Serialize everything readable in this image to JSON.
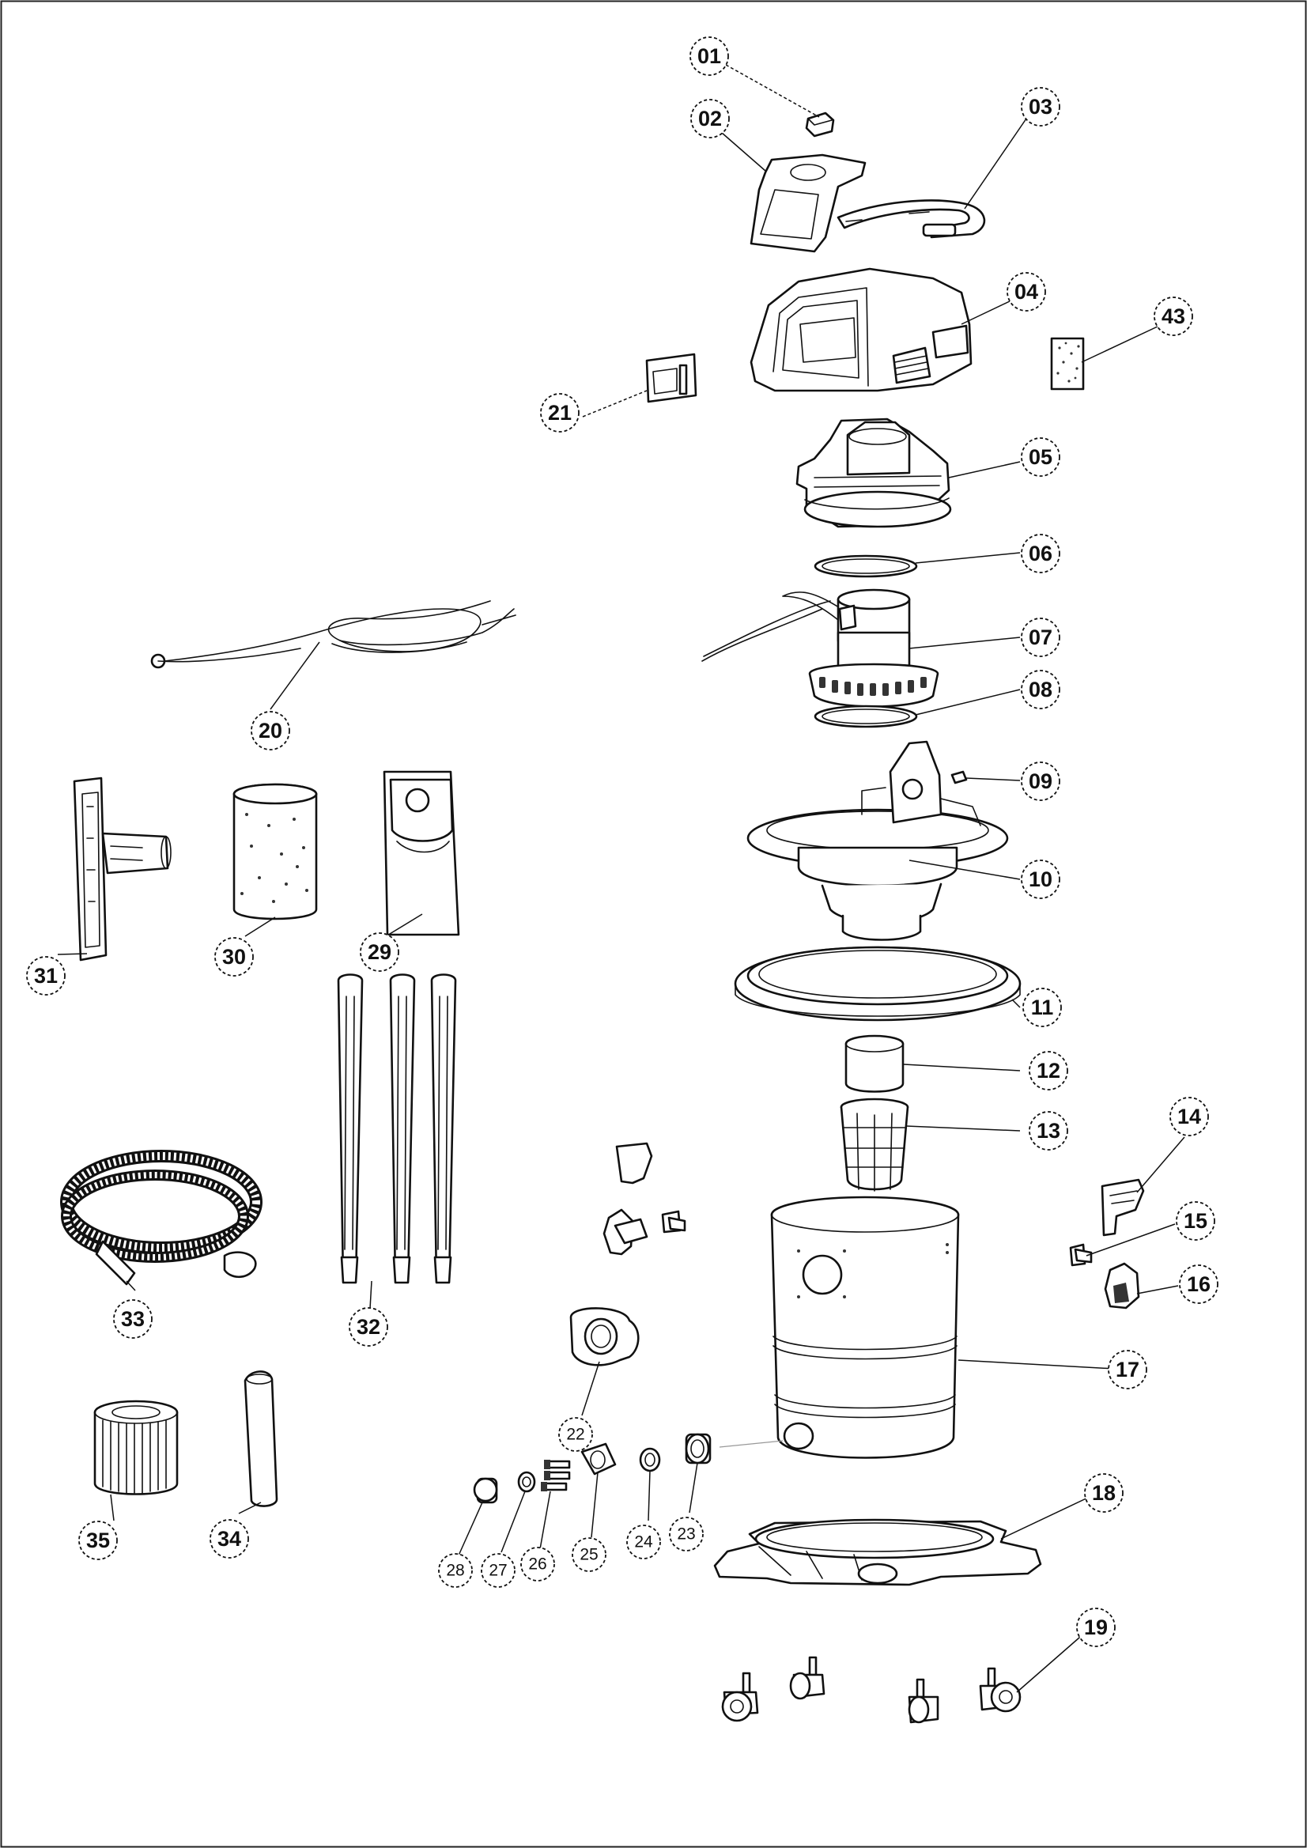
{
  "callouts": [
    {
      "id": "01",
      "label": "01"
    },
    {
      "id": "02",
      "label": "02"
    },
    {
      "id": "03",
      "label": "03"
    },
    {
      "id": "04",
      "label": "04"
    },
    {
      "id": "43",
      "label": "43"
    },
    {
      "id": "21",
      "label": "21"
    },
    {
      "id": "05",
      "label": "05"
    },
    {
      "id": "06",
      "label": "06"
    },
    {
      "id": "07",
      "label": "07"
    },
    {
      "id": "08",
      "label": "08"
    },
    {
      "id": "09",
      "label": "09"
    },
    {
      "id": "10",
      "label": "10"
    },
    {
      "id": "11",
      "label": "11"
    },
    {
      "id": "12",
      "label": "12"
    },
    {
      "id": "13",
      "label": "13"
    },
    {
      "id": "14",
      "label": "14"
    },
    {
      "id": "15",
      "label": "15"
    },
    {
      "id": "16",
      "label": "16"
    },
    {
      "id": "17",
      "label": "17"
    },
    {
      "id": "18",
      "label": "18"
    },
    {
      "id": "19",
      "label": "19"
    },
    {
      "id": "20",
      "label": "20"
    },
    {
      "id": "22",
      "label": "22"
    },
    {
      "id": "23",
      "label": "23"
    },
    {
      "id": "24",
      "label": "24"
    },
    {
      "id": "25",
      "label": "25"
    },
    {
      "id": "26",
      "label": "26"
    },
    {
      "id": "27",
      "label": "27"
    },
    {
      "id": "28",
      "label": "28"
    },
    {
      "id": "29",
      "label": "29"
    },
    {
      "id": "30",
      "label": "30"
    },
    {
      "id": "31",
      "label": "31"
    },
    {
      "id": "32",
      "label": "32"
    },
    {
      "id": "33",
      "label": "33"
    },
    {
      "id": "34",
      "label": "34"
    },
    {
      "id": "35",
      "label": "35"
    }
  ]
}
